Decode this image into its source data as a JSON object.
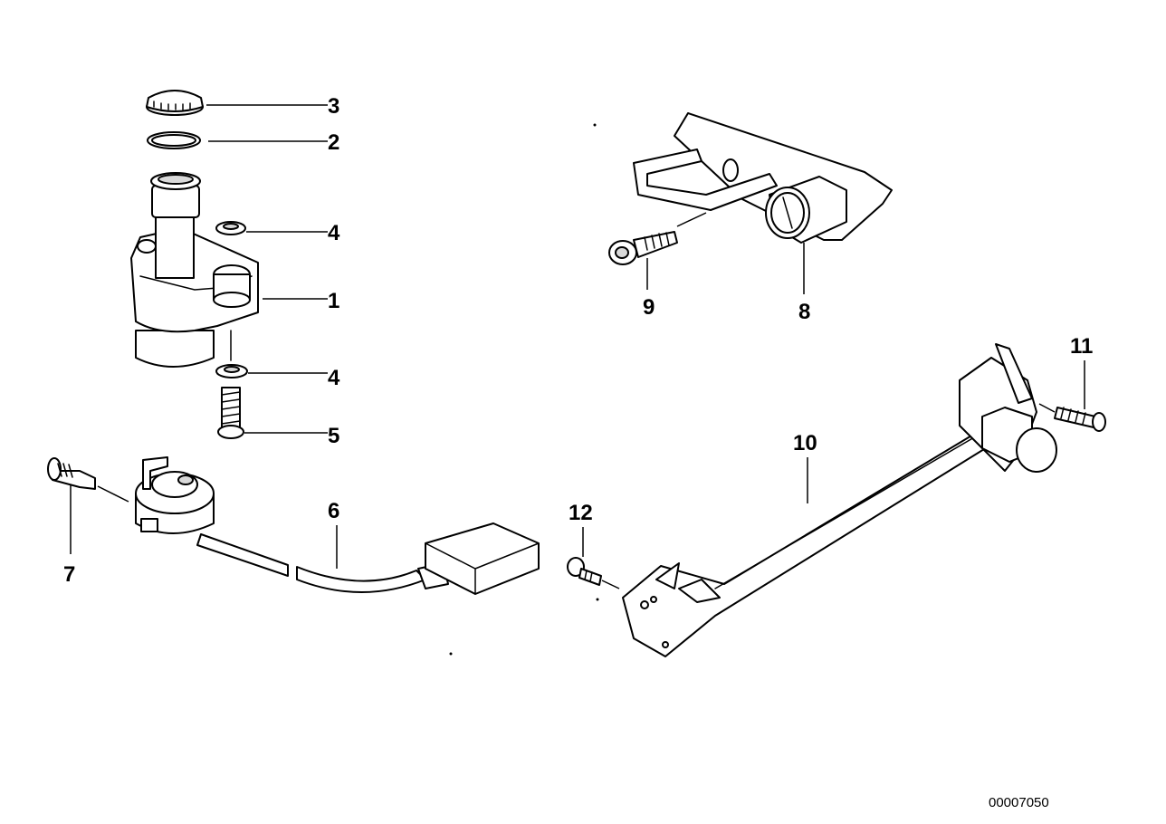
{
  "diagram": {
    "reference_code": "00007050",
    "callouts": [
      {
        "id": "c3",
        "label": "3"
      },
      {
        "id": "c2",
        "label": "2"
      },
      {
        "id": "c4a",
        "label": "4"
      },
      {
        "id": "c1",
        "label": "1"
      },
      {
        "id": "c4b",
        "label": "4"
      },
      {
        "id": "c5",
        "label": "5"
      },
      {
        "id": "c6",
        "label": "6"
      },
      {
        "id": "c7",
        "label": "7"
      },
      {
        "id": "c9",
        "label": "9"
      },
      {
        "id": "c8",
        "label": "8"
      },
      {
        "id": "c11",
        "label": "11"
      },
      {
        "id": "c10",
        "label": "10"
      },
      {
        "id": "c12",
        "label": "12"
      }
    ]
  }
}
